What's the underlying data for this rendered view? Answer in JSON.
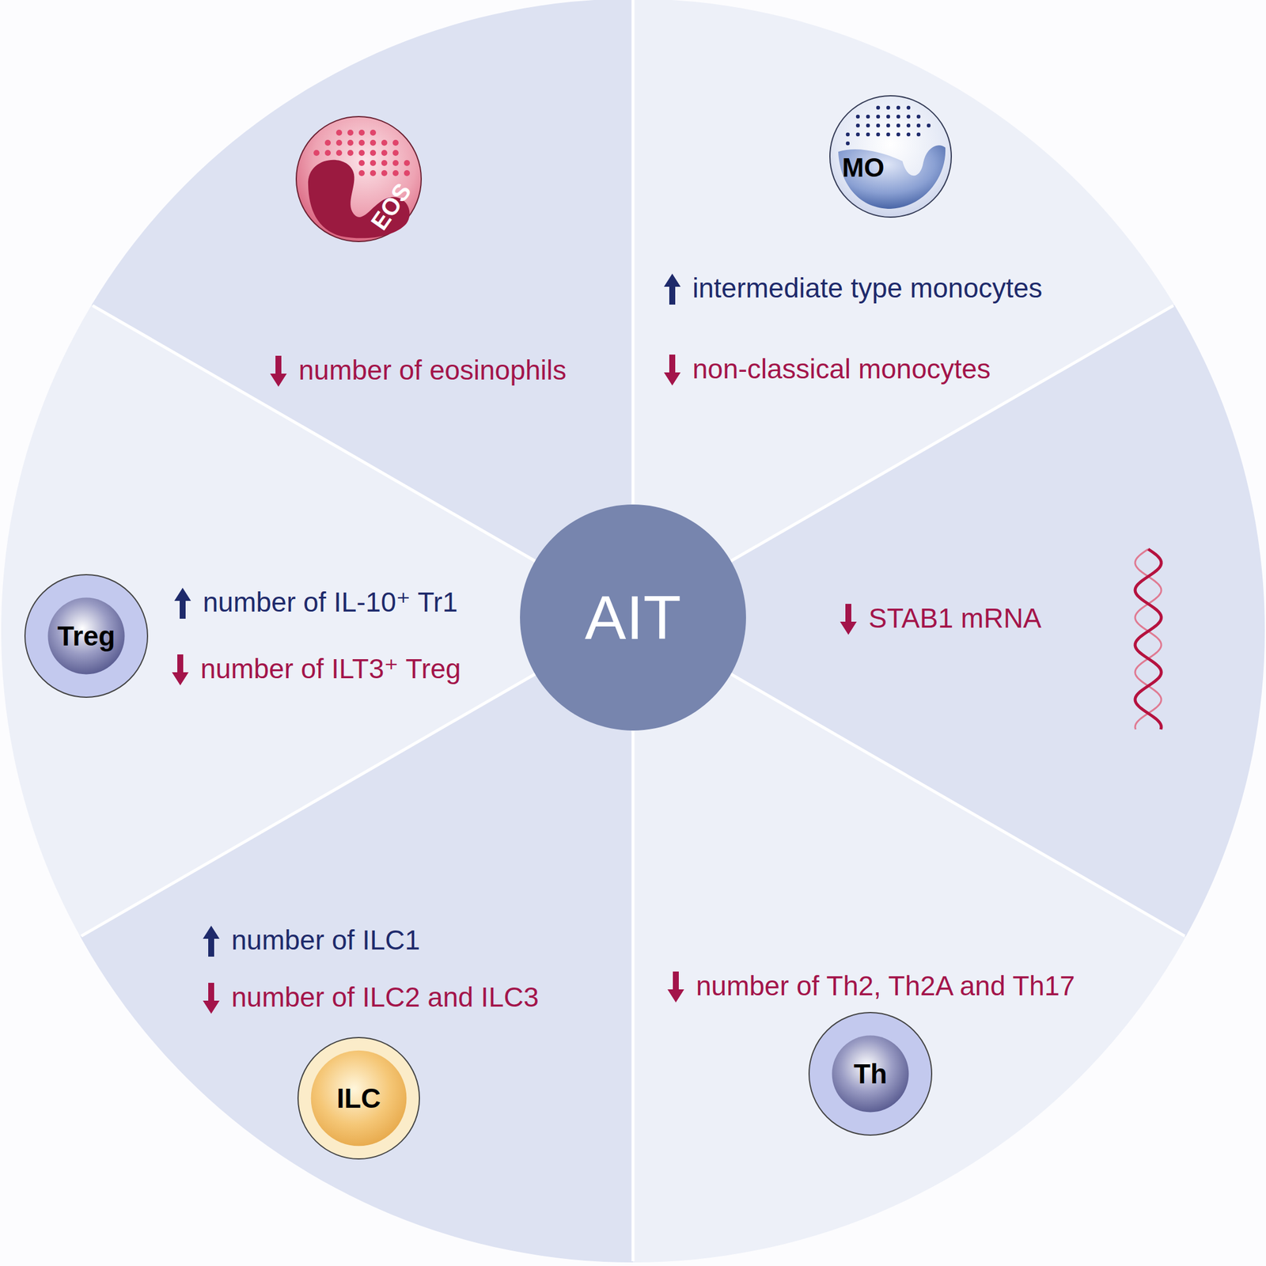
{
  "diagram": {
    "nodes": [
      {
        "text": [
          "number of eosinophils"
        ]
      },
      {
        "text": [
          "EOS"
        ],
        "in": 0
      },
      {
        "text": [
          "intermediate type monocytes",
          "non-classical monocytes"
        ]
      },
      {
        "text": [
          "MO"
        ],
        "in": 2
      },
      {
        "text": [
          "number of IL-10⁺ Tr1",
          "number of ILT3⁺ Treg"
        ]
      },
      {
        "text": [
          "Treg"
        ],
        "in": 4
      },
      {
        "text": [
          "AIT"
        ]
      },
      {
        "text": [
          "STAB1 mRNA"
        ]
      },
      {
        "text": [
          "number of ILC1",
          "number of ILC2 and ILC3"
        ]
      },
      {
        "text": [
          "ILC"
        ],
        "in": 8
      },
      {
        "text": [
          "number of Th2, Th2A and Th17"
        ]
      },
      {
        "text": [
          "Th"
        ],
        "in": 10
      }
    ]
  }
}
